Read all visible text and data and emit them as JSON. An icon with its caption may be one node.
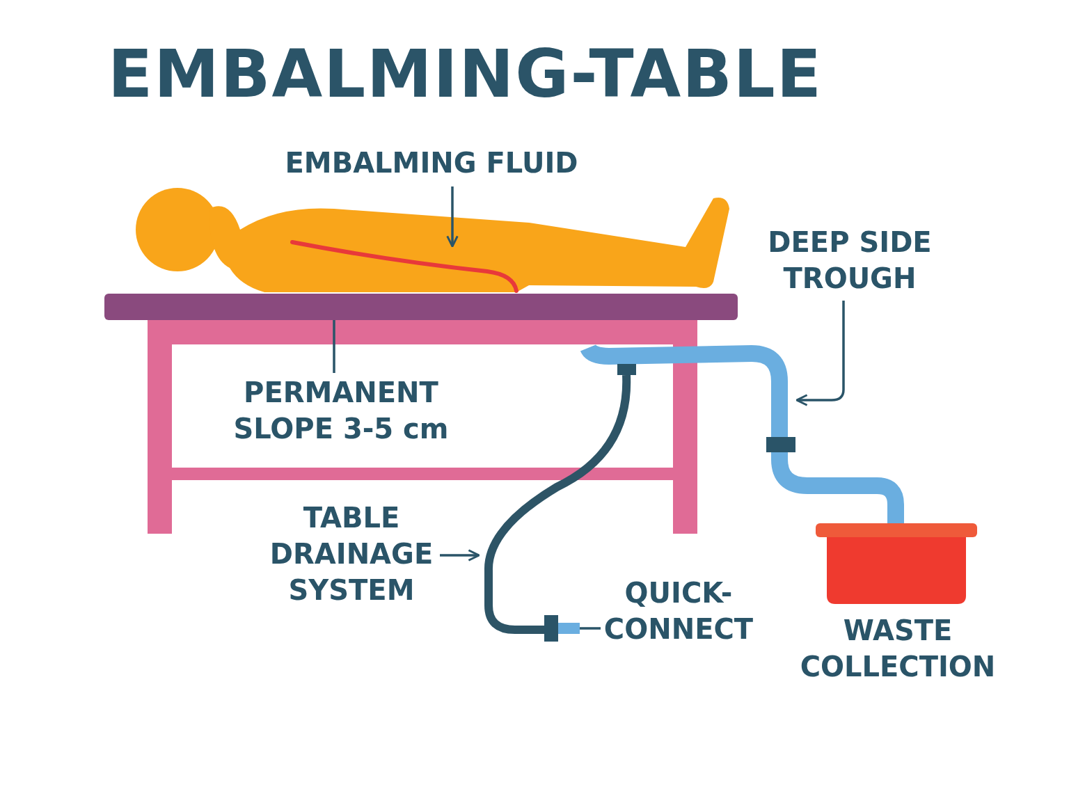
{
  "diagram": {
    "title": "EMBALMING-TABLE",
    "nodes": [
      {
        "text": [
          "EMBALMING FLUID"
        ]
      },
      {
        "text": [],
        "shape": "person"
      },
      {
        "text": [
          "PERMANENT SLOPE 3-5 cm"
        ]
      },
      {
        "text": [],
        "shape": "bar"
      },
      {
        "text": [
          "DEEP SIDE TROUGH"
        ]
      },
      {
        "text": [],
        "shape": "pipe"
      },
      {
        "text": [
          "TABLE DRAINAGE SYSTEM"
        ]
      },
      {
        "text": [],
        "shape": "hose"
      },
      {
        "text": [
          "QUICK-CONNECT"
        ]
      },
      {
        "text": [],
        "shape": "connector"
      }
    ],
    "edges": [
      {
        "from": 0,
        "to": 1,
        "arrow": "to"
      },
      {
        "from": 2,
        "to": 3,
        "arrow": "none"
      },
      {
        "from": 4,
        "to": 5,
        "arrow": "to"
      },
      {
        "from": 6,
        "to": 7,
        "arrow": "to"
      },
      {
        "from": 8,
        "to": 9,
        "arrow": "none"
      }
    ],
    "labels": [
      "WASTE COLLECTION"
    ]
  }
}
